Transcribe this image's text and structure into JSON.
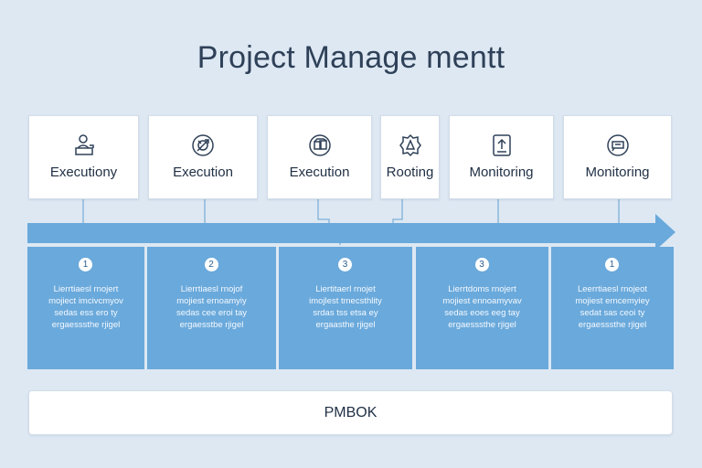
{
  "title": "Project Manage mentt",
  "phases": [
    {
      "label": "Executiony",
      "icon": "person-desk-icon"
    },
    {
      "label": "Execution",
      "icon": "target-icon"
    },
    {
      "label": "Execution",
      "icon": "boxes-icon"
    },
    {
      "label": "Rooting",
      "icon": "gear-shield-icon"
    },
    {
      "label": "Monitoring",
      "icon": "upload-tablet-icon"
    },
    {
      "label": "Monitoring",
      "icon": "chat-monitor-icon"
    }
  ],
  "steps": [
    {
      "number": "1",
      "lines": [
        "Lierrtiaesl rnojert",
        "mojiect imcivcmyov",
        "sedas ess ero ty",
        "ergaesssthe rjigel"
      ]
    },
    {
      "number": "2",
      "lines": [
        "Lierrtiaesl rnojof",
        "mojiest ernoamyiy",
        "sedas cee eroi tay",
        "ergaesstbe rjigel"
      ]
    },
    {
      "number": "3",
      "lines": [
        "Liertitaerl rnojet",
        "imojlest tmecsthlity",
        "srdas tss etsa ey",
        "ergaasthe rjigel"
      ]
    },
    {
      "number": "3",
      "lines": [
        "Lierrtdoms rnojert",
        "mojiest ennoamyvav",
        "sedas eoes eeg tay",
        "ergaesssthe rjigel"
      ]
    },
    {
      "number": "1",
      "lines": [
        "Leerrtiaesl rnojeot",
        "mojiest erncemyiey",
        "sedat sas ceoi ty",
        "ergaesssthe rjigel"
      ]
    }
  ],
  "footer": "PMBOK",
  "colors": {
    "background": "#dde8f3",
    "arrow": "#6aa9db",
    "panel": "#6aa9db",
    "connector": "#7fb0d8",
    "title": "#2f4158"
  }
}
